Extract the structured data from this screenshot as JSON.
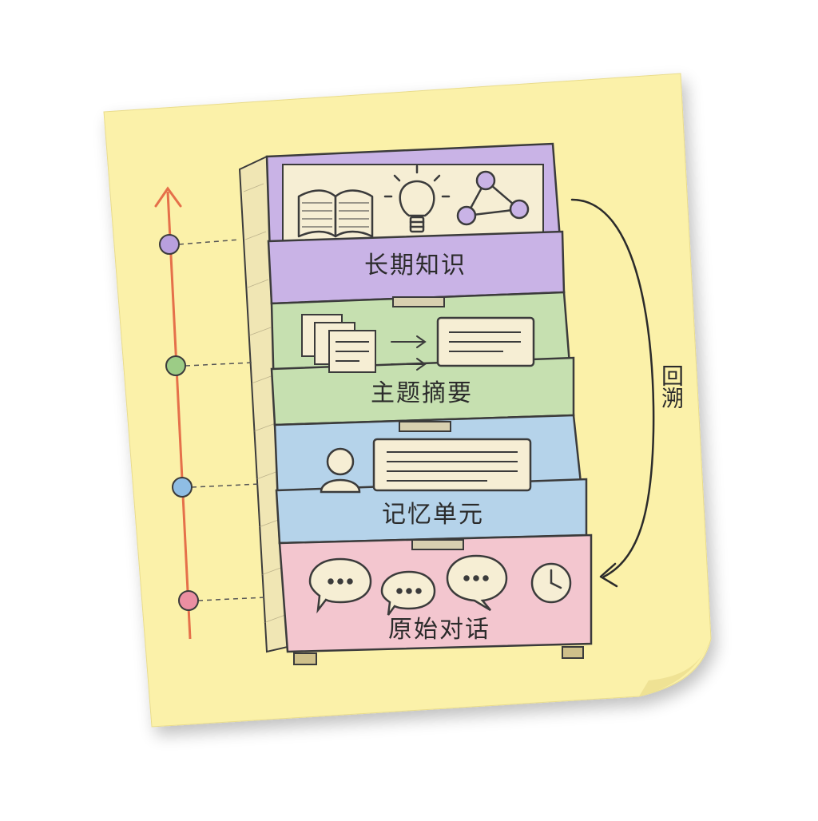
{
  "stack": {
    "tiers": [
      {
        "id": "long-term-knowledge",
        "label": "长期知识",
        "color": "#c9b3e6",
        "icons": [
          "open-book-icon",
          "lightbulb-icon",
          "graph-icon"
        ]
      },
      {
        "id": "topic-summary",
        "label": "主题摘要",
        "color": "#c6e0b0",
        "icons": [
          "stacked-documents-icon",
          "arrow-right-icon",
          "summary-card-icon"
        ]
      },
      {
        "id": "memory-unit",
        "label": "记忆单元",
        "color": "#b5d3ea",
        "icons": [
          "user-icon",
          "text-card-icon"
        ]
      },
      {
        "id": "raw-dialogue",
        "label": "原始对话",
        "color": "#f3c6cf",
        "icons": [
          "chat-bubble-icon",
          "chat-bubble-icon",
          "chat-bubble-icon",
          "clock-icon"
        ]
      }
    ]
  },
  "timeline": {
    "axis_color": "#e5704a",
    "dot_colors": [
      "#b9a0de",
      "#9ccc86",
      "#8fbde4",
      "#eb8fa2"
    ]
  },
  "backtrack": {
    "label": "回溯"
  },
  "colors": {
    "note": "#fbf1a9",
    "ink": "#2b2b2b"
  }
}
